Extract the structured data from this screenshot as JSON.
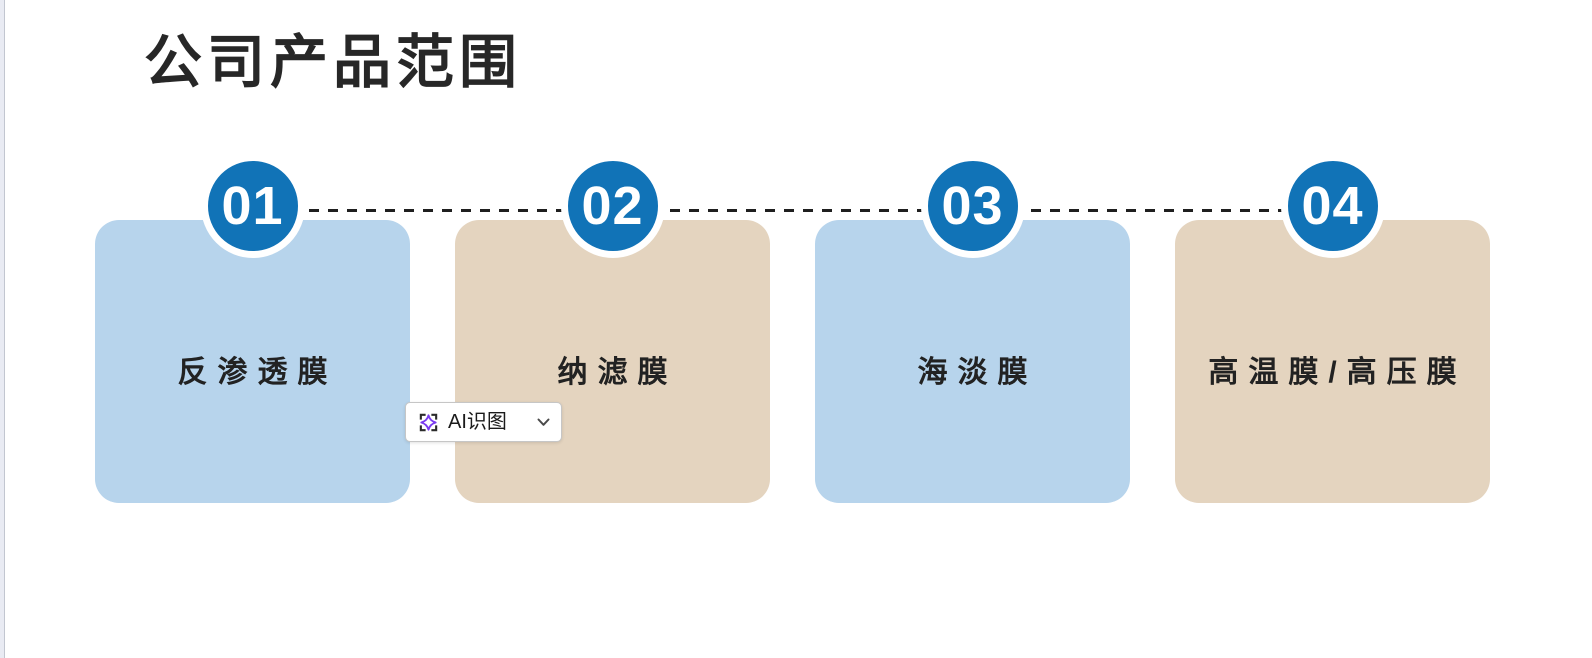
{
  "page": {
    "title": "公司产品范围"
  },
  "colors": {
    "card_blue": "#b7d4ec",
    "card_tan": "#e4d4bf",
    "number_circle_blue": "#1173b7",
    "heading_text": "#272727",
    "label_text": "#222222",
    "dash_line": "#1f1f1f",
    "ai_sparkle_purple": "#7a3bf0"
  },
  "cards": [
    {
      "number": "01",
      "label": "反渗透膜",
      "tone": "blue"
    },
    {
      "number": "02",
      "label": "纳滤膜",
      "tone": "tan"
    },
    {
      "number": "03",
      "label": "海淡膜",
      "tone": "blue"
    },
    {
      "number": "04",
      "label": "高温膜/高压膜",
      "tone": "tan"
    }
  ],
  "ai_button": {
    "label": "AI识图",
    "icon": "ai-recognize-image-scan-sparkle-icon",
    "chevron_icon": "chevron-down-icon"
  }
}
